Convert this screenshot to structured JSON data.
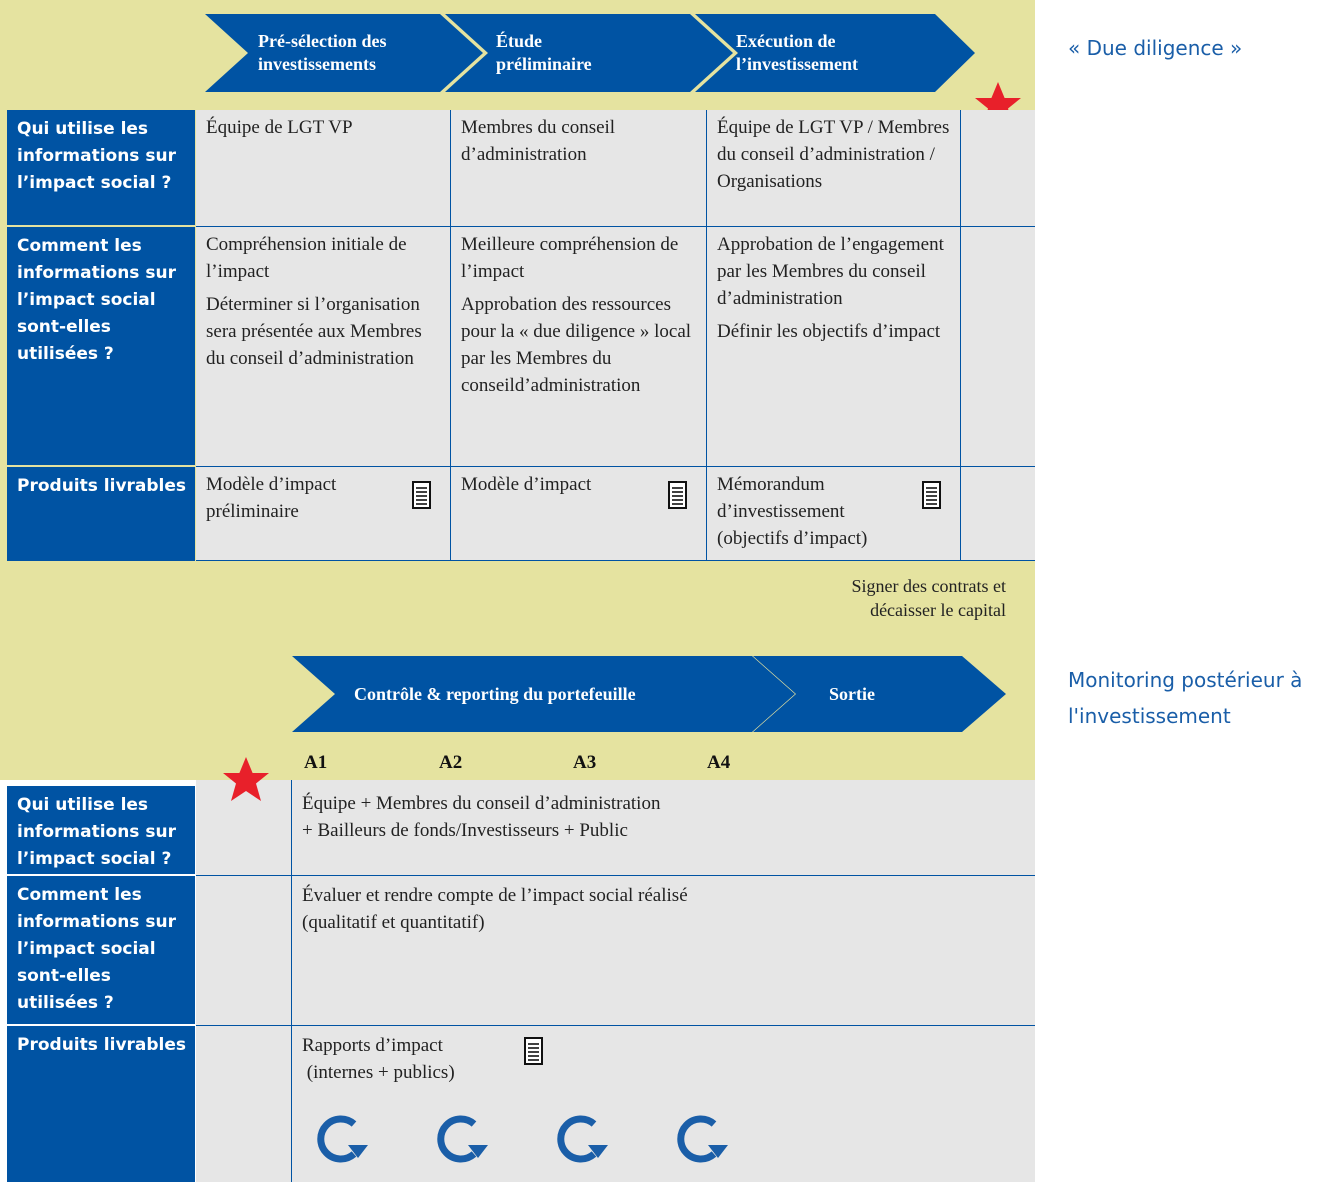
{
  "colors": {
    "panel": "#e5e3a0",
    "header_blue": "#0053a3",
    "cell_grey": "#e6e6e6",
    "star_red": "#e8202a",
    "side_title_blue": "#1a5ea8"
  },
  "section1": {
    "side_title": "« Due diligence »",
    "phases": [
      {
        "line1": "Pré-sélection des",
        "line2": "investissements"
      },
      {
        "line1": "Étude",
        "line2": "préliminaire"
      },
      {
        "line1": "Exécution de",
        "line2": "l’investissement"
      }
    ],
    "row_headers": [
      "Qui utilise les informations sur l’impact social ?",
      "Comment les informations sur l’impact social sont-elles utilisées ?",
      "Produits livrables"
    ],
    "who": [
      "Équipe de LGT VP",
      "Membres du conseil d’administration",
      "Équipe de LGT VP / Membres du conseil d’administration / Organisations"
    ],
    "how": [
      [
        "Compréhension initiale de l’impact",
        "Déterminer si l’organisation sera présentée aux Membres du conseil d’administration"
      ],
      [
        "Meilleure compréhension de l’impact",
        "Approbation des ressources pour la « due diligence » local par les Membres du conseild’administration"
      ],
      [
        "Approbation de l’engagement par les Membres du conseil d’administration",
        "Définir les objectifs d’impact"
      ]
    ],
    "deliverables": [
      "Modèle d’impact préliminaire",
      "Modèle d’impact",
      "Mémorandum d’investissement (objectifs d’impact)"
    ],
    "note_line1": "Signer des contrats et",
    "note_line2": "décaisser le capital",
    "icons": {
      "milestone": "star-icon",
      "deliverable": "document-icon"
    }
  },
  "section2": {
    "side_title_line1": "Monitoring postérieur à",
    "side_title_line2": "l'investissement",
    "phases": [
      "Contrôle & reporting du portefeuille",
      "Sortie"
    ],
    "years": [
      "A1",
      "A2",
      "A3",
      "A4"
    ],
    "row_headers": [
      "Qui utilise les informations sur l’impact social ?",
      "Comment les informations sur l’impact social sont-elles utilisées ?",
      "Produits livrables"
    ],
    "who_line1": "Équipe + Membres du conseil d’administration",
    "who_line2": "+ Bailleurs de fonds/Investisseurs + Public",
    "how_line1": "Évaluer et rendre compte de l’impact social réalisé",
    "how_line2": "(qualitatif et quantitatif)",
    "deliverable_line1": "Rapports d’impact",
    "deliverable_line2": " (internes + publics)",
    "icons": {
      "milestone": "star-icon",
      "deliverable": "document-icon",
      "cycle": "refresh-cycle-icon"
    }
  }
}
